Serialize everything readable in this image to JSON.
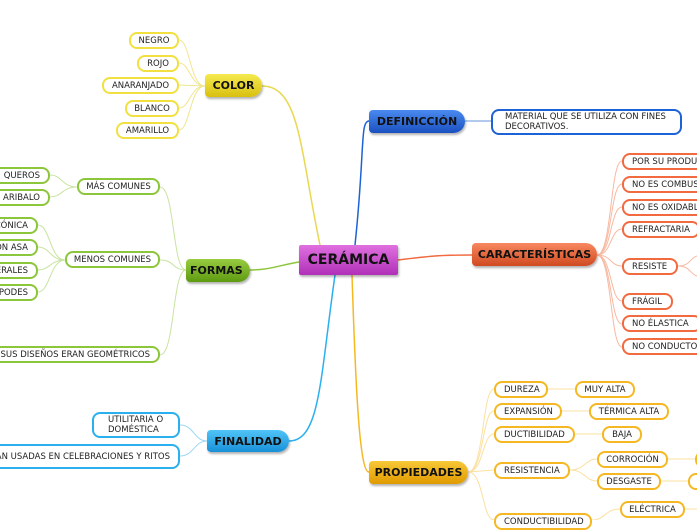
{
  "center": "CERÁMICA",
  "color": {
    "title": "COLOR",
    "items": [
      "NEGRO",
      "ROJO",
      "ANARANJADO",
      "BLANCO",
      "AMARILLO"
    ]
  },
  "definicion": {
    "title": "DEFINICCIÓN",
    "text": "MATERIAL QUE SE UTILIZA CON FINES DECORATIVOS."
  },
  "caracteristicas": {
    "title": "CARACTERÍSTICAS",
    "items": [
      "POR SU PRODUC",
      "NO ES COMBUS",
      "NO ES OXIDABL",
      "REFRACTARIA",
      "RESISTE",
      "FRÁGIL",
      "NO ÉLASTICA",
      "NO CONDUCTOR"
    ]
  },
  "formas": {
    "title": "FORMAS",
    "mas": "MÁS COMUNES",
    "mas_items": [
      "QUEROS",
      "ARIBALO"
    ],
    "menos": "MENOS COMUNES",
    "menos_items": [
      "CÓNICA",
      "ON ASA",
      "ERALES",
      "PODES"
    ],
    "disenos": "SUS DISEÑOS ERAN GEOMÉTRICOS"
  },
  "finalidad": {
    "title": "FINALIDAD",
    "items": [
      "UTILITARIA O DOMÉSTICA",
      "ERAN USADAS EN CELEBRACIONES Y RITOS"
    ]
  },
  "propiedades": {
    "title": "PROPIEDADES",
    "dureza": "DUREZA",
    "dureza_v": "MUY ALTA",
    "expansion": "EXPANSIÓN",
    "expansion_v": "TÉRMICA ALTA",
    "ductibilidad": "DUCTIBILIDAD",
    "ductibilidad_v": "BAJA",
    "resistencia": "RESISTENCIA",
    "corrocion": "CORROCIÓN",
    "desgaste": "DESGASTE",
    "conductibilidad": "CONDUCTIBILIDAD",
    "electrica": "ELÉCTRICA"
  }
}
